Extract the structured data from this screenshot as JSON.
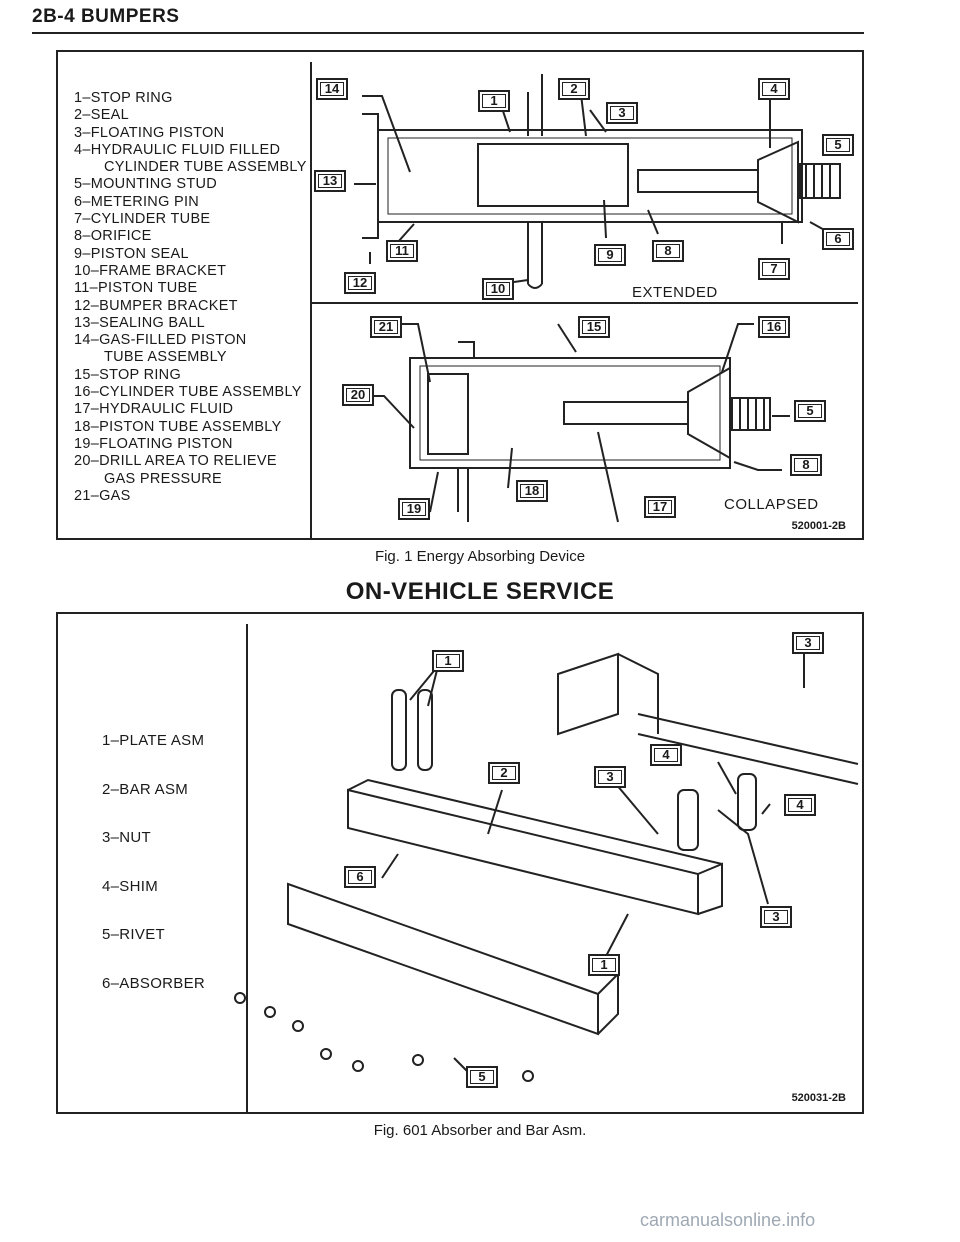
{
  "header": {
    "title": "2B-4 BUMPERS"
  },
  "figure1": {
    "legend": [
      "1–STOP RING",
      "2–SEAL",
      "3–FLOATING PISTON",
      "4–HYDRAULIC FLUID FILLED",
      "CYLINDER TUBE ASSEMBLY",
      "5–MOUNTING STUD",
      "6–METERING PIN",
      "7–CYLINDER TUBE",
      "8–ORIFICE",
      "9–PISTON SEAL",
      "10–FRAME BRACKET",
      "11–PISTON TUBE",
      "12–BUMPER BRACKET",
      "13–SEALING BALL",
      "14–GAS-FILLED PISTON",
      "TUBE ASSEMBLY",
      "15–STOP RING",
      "16–CYLINDER TUBE ASSEMBLY",
      "17–HYDRAULIC FLUID",
      "18–PISTON TUBE ASSEMBLY",
      "19–FLOATING PISTON",
      "20–DRILL AREA TO RELIEVE",
      "GAS PRESSURE",
      "21–GAS"
    ],
    "extended_label": "EXTENDED",
    "collapsed_label": "COLLAPSED",
    "code": "520001-2B",
    "caption": "Fig. 1 Energy Absorbing Device",
    "callouts_extended": [
      "14",
      "1",
      "2",
      "3",
      "4",
      "5",
      "13",
      "6",
      "11",
      "9",
      "8",
      "7",
      "12",
      "10"
    ],
    "callouts_collapsed": [
      "21",
      "15",
      "16",
      "20",
      "5",
      "8",
      "19",
      "18",
      "17"
    ]
  },
  "section_title": "ON-VEHICLE SERVICE",
  "figure601": {
    "legend": [
      "1–PLATE ASM",
      "2–BAR ASM",
      "3–NUT",
      "4–SHIM",
      "5–RIVET",
      "6–ABSORBER"
    ],
    "code": "520031-2B",
    "caption": "Fig. 601 Absorber and Bar Asm.",
    "callouts": [
      "1",
      "3",
      "4",
      "2",
      "3",
      "4",
      "6",
      "3",
      "1",
      "5"
    ]
  },
  "watermark": "carmanualsonline.info"
}
